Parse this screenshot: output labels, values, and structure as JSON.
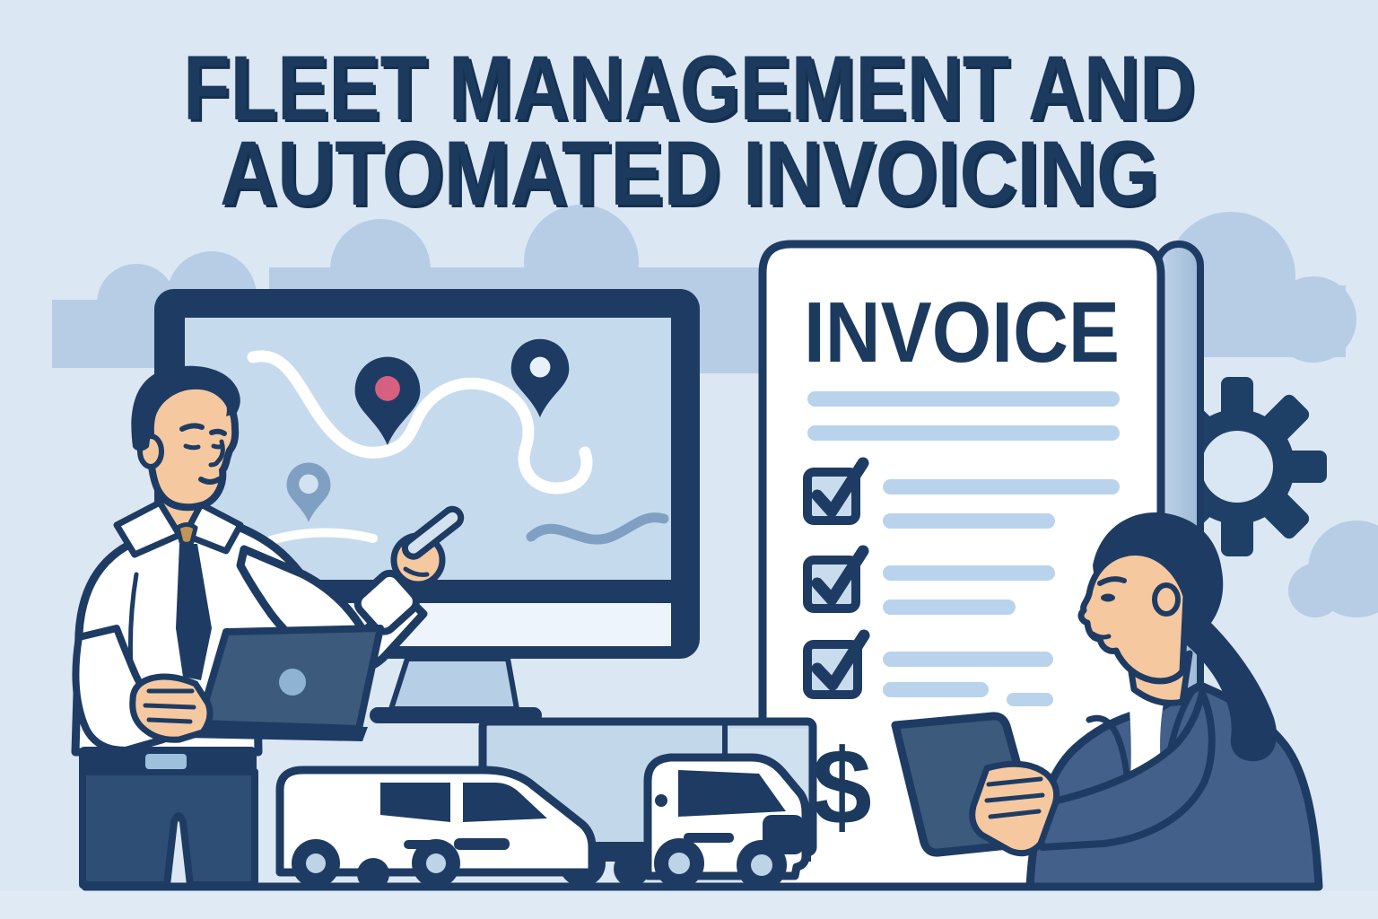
{
  "title": {
    "line1": "FLEET MANAGEMENT AND",
    "line2": "AUTOMATED INVOICING"
  },
  "invoice": {
    "heading": "INVOICE",
    "currency_symbol": "$",
    "header_rule_count": 2,
    "checklist": [
      {
        "checked": true,
        "detail_lines": 2
      },
      {
        "checked": true,
        "detail_lines": 2
      },
      {
        "checked": true,
        "detail_lines": 3
      }
    ]
  },
  "icons": {
    "primary_location_pin": "map-pin-with-pink-dot",
    "secondary_location_pin": "map-pin-with-ring",
    "faded_location_pin": "faded-map-pin",
    "gear": "eight-tooth-settings-gear",
    "checked_checkbox": "checkbox-with-checkmark",
    "dollar": "dollar-sign"
  },
  "colors": {
    "background": "#dbe7f3",
    "ink_navy": "#1c3a5e",
    "outline_navy": "#1e3c63",
    "cloud": "#b6cde5",
    "map_screen": "#c6daed",
    "route": "#ffffff",
    "pin_accent_pink": "#d6607f",
    "muted_blue": "#7fa0c2",
    "paper": "#ffffff",
    "invoice_line": "#b9d3ec",
    "checkbox_fill": "#c8dcee",
    "page_curl": "#a9c6e0",
    "gear_fill": "#1f4066",
    "skin": "#f6c8a0",
    "shirt": "#ffffff",
    "blazer": "#42608a",
    "device": "#3b5a7c",
    "truck_box": "#c2d7ea",
    "pants": "#2e4e75",
    "tie_knot": "#c29455",
    "wheel_hub": "#bdd4e8"
  }
}
